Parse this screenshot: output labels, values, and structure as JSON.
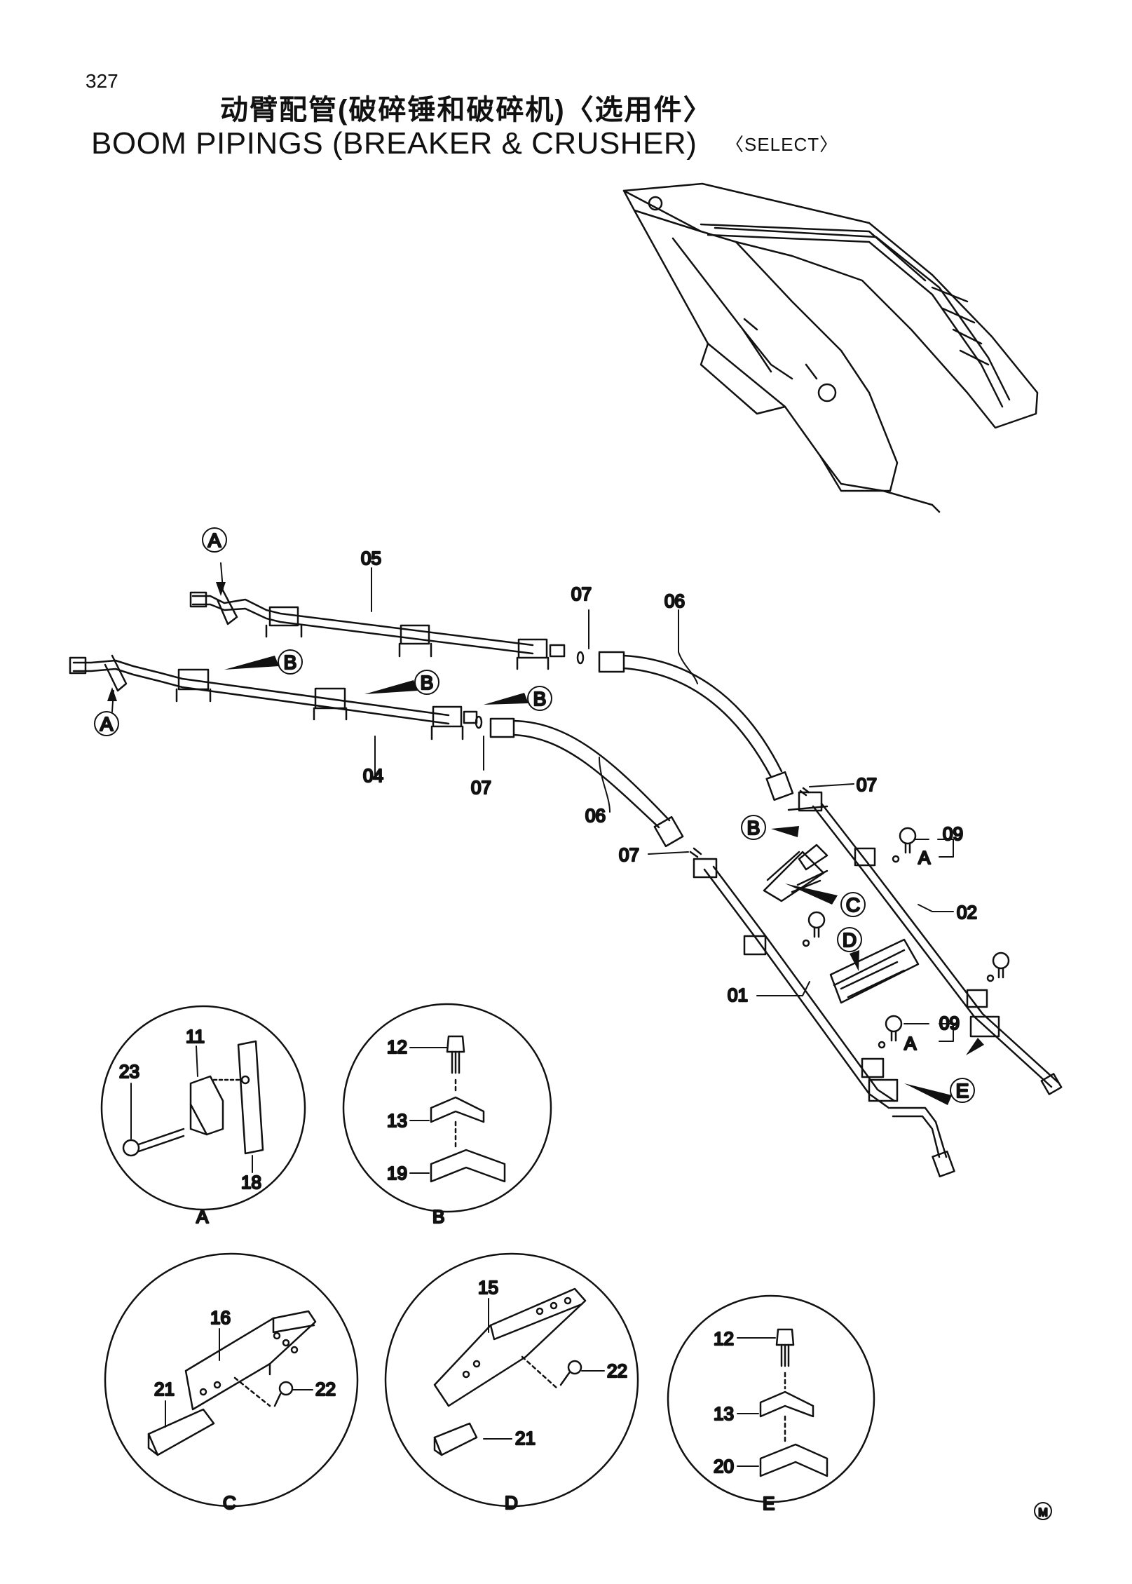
{
  "header": {
    "page_number": "327",
    "title_cn": "动臂配管(破碎锤和破碎机)〈选用件〉",
    "title_en": "BOOM  PIPINGS  (BREAKER & CRUSHER)",
    "title_select": "〈SELECT〉"
  },
  "main_labels": {
    "p05": "05",
    "p04": "04",
    "p06_top": "06",
    "p06_mid": "06",
    "p07_top": "07",
    "p07_mid": "07",
    "p07_right": "07",
    "p07_left": "07",
    "p09_top": "09",
    "p09_bottom": "09",
    "p02": "02",
    "p01": "01",
    "a_top": "A",
    "a_left": "A",
    "b1": "B",
    "b2": "B",
    "b3": "B",
    "b4": "B",
    "c": "C",
    "d": "D",
    "e": "E",
    "a_ref_top": "A",
    "a_ref_bottom": "A"
  },
  "details": {
    "A": {
      "caption": "A",
      "parts": [
        "11",
        "23",
        "18"
      ]
    },
    "B": {
      "caption": "B",
      "parts": [
        "12",
        "13",
        "19"
      ]
    },
    "C": {
      "caption": "C",
      "parts": [
        "16",
        "21",
        "22"
      ]
    },
    "D": {
      "caption": "D",
      "parts": [
        "15",
        "22",
        "21"
      ]
    },
    "E": {
      "caption": "E",
      "parts": [
        "12",
        "13",
        "20"
      ]
    }
  },
  "corner_mark": "M"
}
